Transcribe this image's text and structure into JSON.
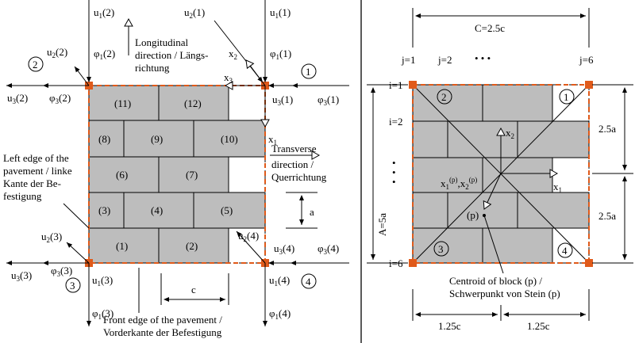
{
  "colors": {
    "block": "#bdbdbd",
    "edge": "#e05a1a",
    "line": "#000000"
  },
  "left": {
    "u1_2": "u",
    "u1_2s": "1",
    "u1_2a": "(2)",
    "phi1_2": "φ",
    "phi1_2s": "1",
    "phi1_2a": "(2)",
    "u2_2": "u",
    "u2_2s": "2",
    "u2_2a": "(2)",
    "u1_1": "u",
    "u1_1s": "1",
    "u1_1a": "(1)",
    "phi1_1": "φ",
    "phi1_1s": "1",
    "phi1_1a": "(1)",
    "u2_1": "u",
    "u2_1s": "2",
    "u2_1a": "(1)",
    "x2": "x",
    "x2s": "2",
    "x3": "x",
    "x3s": "3",
    "x1": "x",
    "x1s": "1",
    "long_dir": [
      "Longitudinal",
      "direction / Längs-",
      "richtung"
    ],
    "trans_dir": [
      "Transverse",
      "direction /",
      "Querrichtung"
    ],
    "node1": "1",
    "node2": "2",
    "node3": "3",
    "node4": "4",
    "u3_2": "u",
    "u3_2s": "3",
    "u3_2a": "(2)",
    "phi3_2": "φ",
    "phi3_2s": "3",
    "phi3_2a": "(2)",
    "u3_1": "u",
    "u3_1s": "3",
    "u3_1a": "(1)",
    "phi3_1": "φ",
    "phi3_1s": "3",
    "phi3_1a": "(1)",
    "blocks": [
      "(1)",
      "(2)",
      "(3)",
      "(4)",
      "(5)",
      "(6)",
      "(7)",
      "(8)",
      "(9)",
      "(10)",
      "(11)",
      "(12)"
    ],
    "left_edge": [
      "Left edge of the",
      "pavement / linke",
      "Kante der Be-",
      "festigung"
    ],
    "dim_a": "a",
    "dim_c": "c",
    "u2_3": "u",
    "u2_3s": "2",
    "u2_3a": "(3)",
    "u3_3": "u",
    "u3_3s": "3",
    "u3_3a": "(3)",
    "phi3_3": "φ",
    "phi3_3s": "3",
    "phi3_3a": "(3)",
    "u1_3": "u",
    "u1_3s": "1",
    "u1_3a": "(3)",
    "phi1_3": "φ",
    "phi1_3s": "1",
    "phi1_3a": "(3)",
    "u2_4": "u",
    "u2_4s": "2",
    "u2_4a": "(4)",
    "u3_4": "u",
    "u3_4s": "3",
    "u3_4a": "(4)",
    "phi3_4": "φ",
    "phi3_4s": "3",
    "phi3_4a": "(4)",
    "u1_4": "u",
    "u1_4s": "1",
    "u1_4a": "(4)",
    "phi1_4": "φ",
    "phi1_4s": "1",
    "phi1_4a": "(4)",
    "front_edge": [
      "Front edge of the pavement /",
      "Vorderkante der Befestigung"
    ]
  },
  "right": {
    "C": "C=2.5c",
    "j1": "j=1",
    "j2": "j=2",
    "jdots": "• • •",
    "j6": "j=6",
    "i1": "i=1",
    "i2": "i=2",
    "idots": "•",
    "i6": "i=6",
    "A": "A=5a",
    "half1": "2.5a",
    "half2": "2.5a",
    "x2": "x",
    "x2s": "2",
    "x1": "x",
    "x1s": "1",
    "xp": "x",
    "xps": "1",
    "xpsup": "(p)",
    "xp2": ",x",
    "xp2s": "2",
    "xp2sup": "(p)",
    "p": "(p)",
    "n1": "1",
    "n2": "2",
    "n3": "3",
    "n4": "4",
    "centroid": [
      "Centroid of block (p) /",
      "Schwerpunkt von Stein (p)"
    ],
    "w1": "1.25c",
    "w2": "1.25c"
  }
}
